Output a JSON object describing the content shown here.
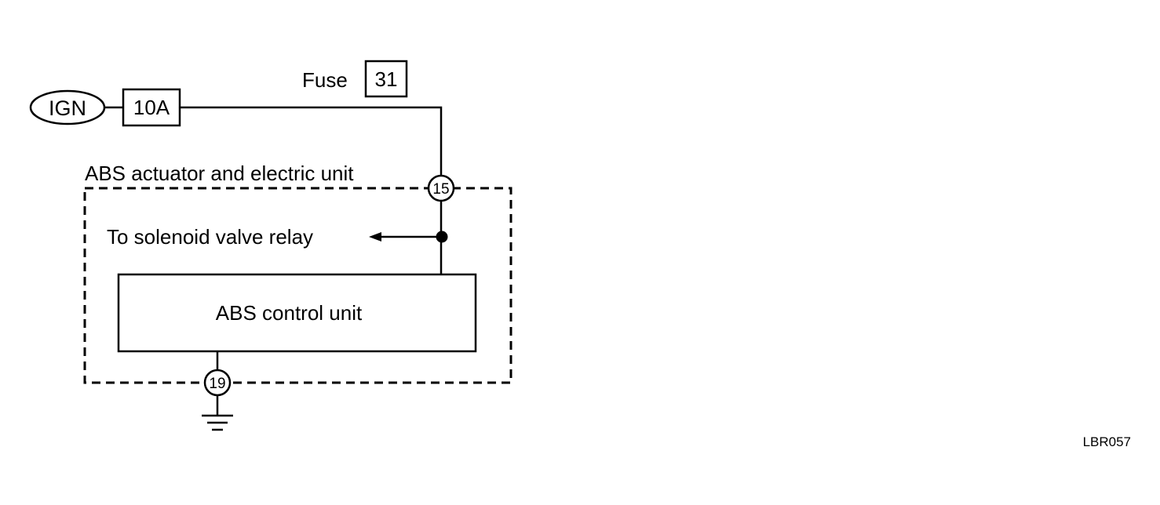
{
  "power_source": {
    "label": "IGN"
  },
  "fuse": {
    "label": "Fuse",
    "rating": "10A",
    "number": "31"
  },
  "unit": {
    "label": "ABS actuator and electric unit"
  },
  "control_unit": {
    "label": "ABS control unit"
  },
  "relay": {
    "label": "To solenoid valve relay"
  },
  "terminals": {
    "power": "15",
    "ground": "19"
  },
  "figure_code": "LBR057",
  "colors": {
    "line": "#000000",
    "background": "#ffffff"
  }
}
